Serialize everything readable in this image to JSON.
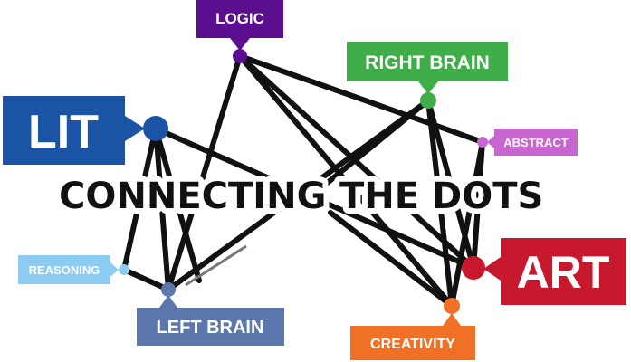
{
  "title": {
    "left": "CONNECTING",
    "right": "THE DOTS"
  },
  "nodes": {
    "logic": {
      "label": "LOGIC",
      "color": "#5B0F8F"
    },
    "right_brain": {
      "label": "RIGHT BRAIN",
      "color": "#3FAE49"
    },
    "lit": {
      "label": "LIT",
      "color": "#1C54A5"
    },
    "abstract": {
      "label": "ABSTRACT",
      "color": "#C766CF"
    },
    "reasoning": {
      "label": "REASONING",
      "color": "#8CCBF2"
    },
    "left_brain": {
      "label": "LEFT BRAIN",
      "color": "#5C77AC"
    },
    "art": {
      "label": "ART",
      "color": "#C8182E"
    },
    "creativity": {
      "label": "CREATIVITY",
      "color": "#F07026"
    }
  },
  "line_color": "#111111"
}
